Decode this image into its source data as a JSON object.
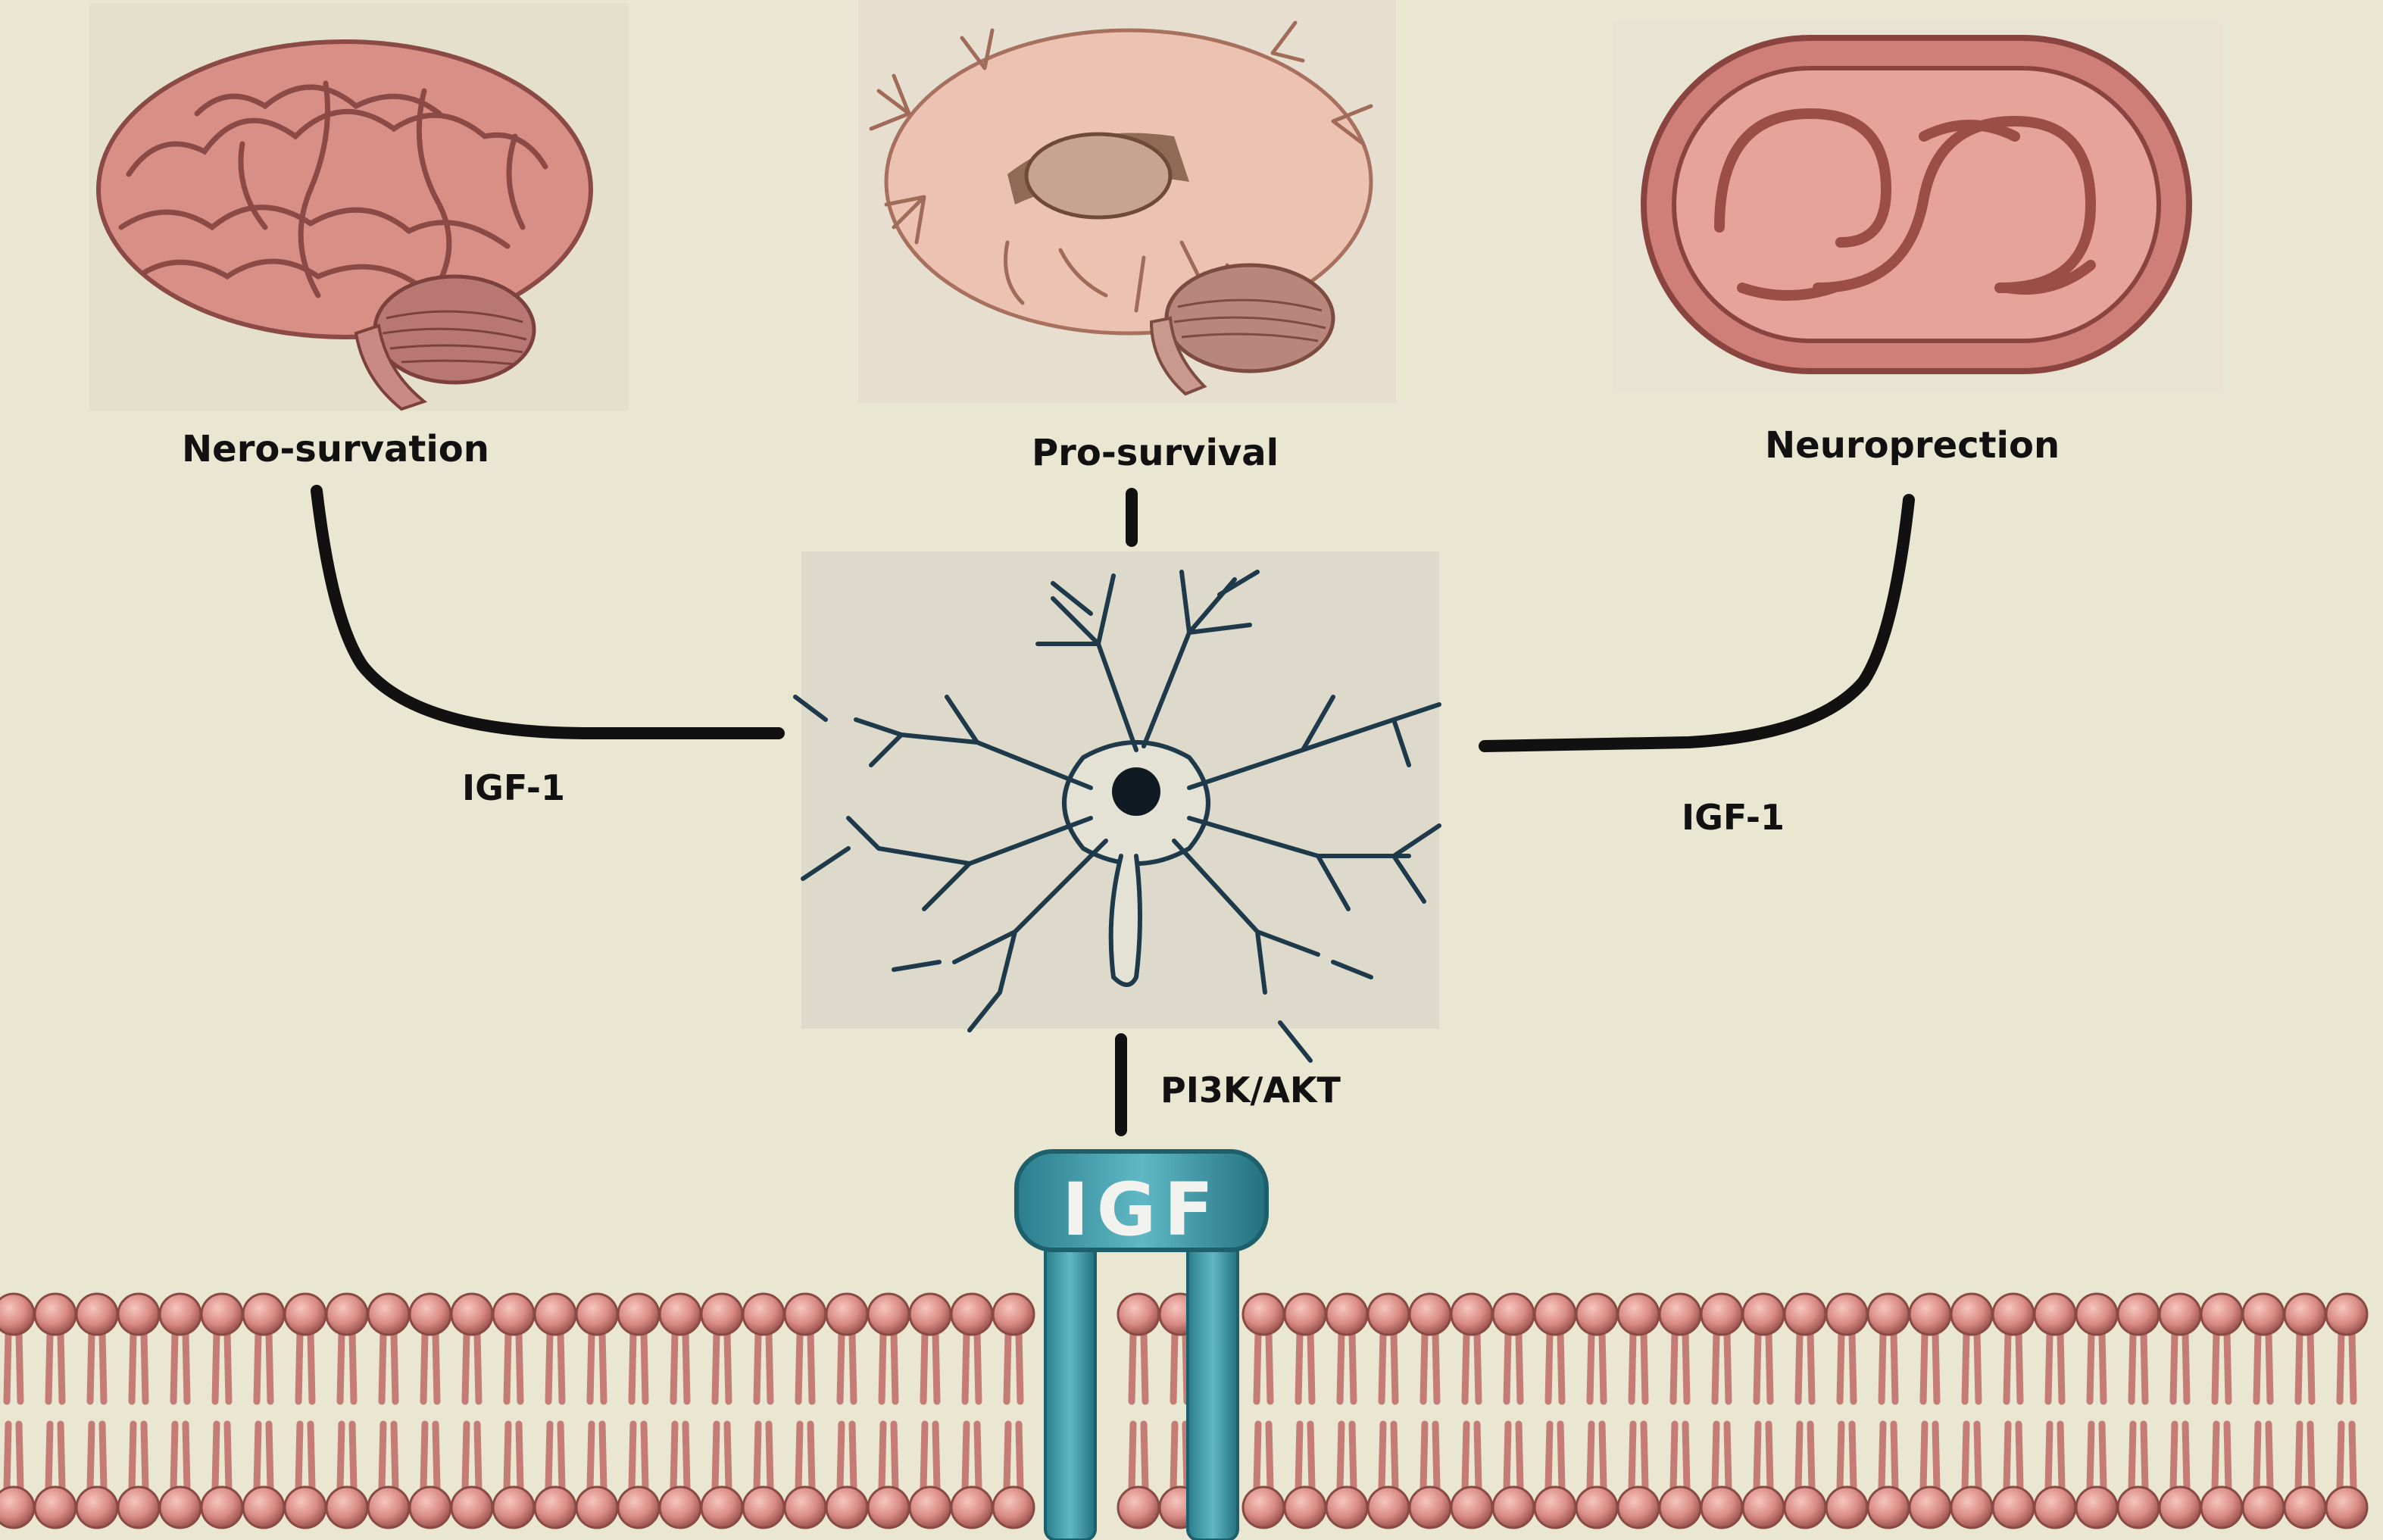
{
  "labels": {
    "top_left": "Nero-survation",
    "top_center": "Pro-survival",
    "top_right": "Neuroprection",
    "left_link": "IGF-1",
    "right_link": "IGF-1",
    "bottom_link": "PI3K/AKT",
    "receptor": "IGF"
  },
  "icons": {
    "top_left": "brain-icon",
    "top_center": "brain-cross-section-icon",
    "top_right": "mitochondrion-icon",
    "center": "neuron-icon",
    "receptor": "igf-receptor-icon",
    "membrane": "lipid-bilayer-icon"
  },
  "colors": {
    "background": "#e9e6d2",
    "connector": "#111111",
    "tissue": "#d98b84",
    "receptor": "#2f8a99"
  }
}
